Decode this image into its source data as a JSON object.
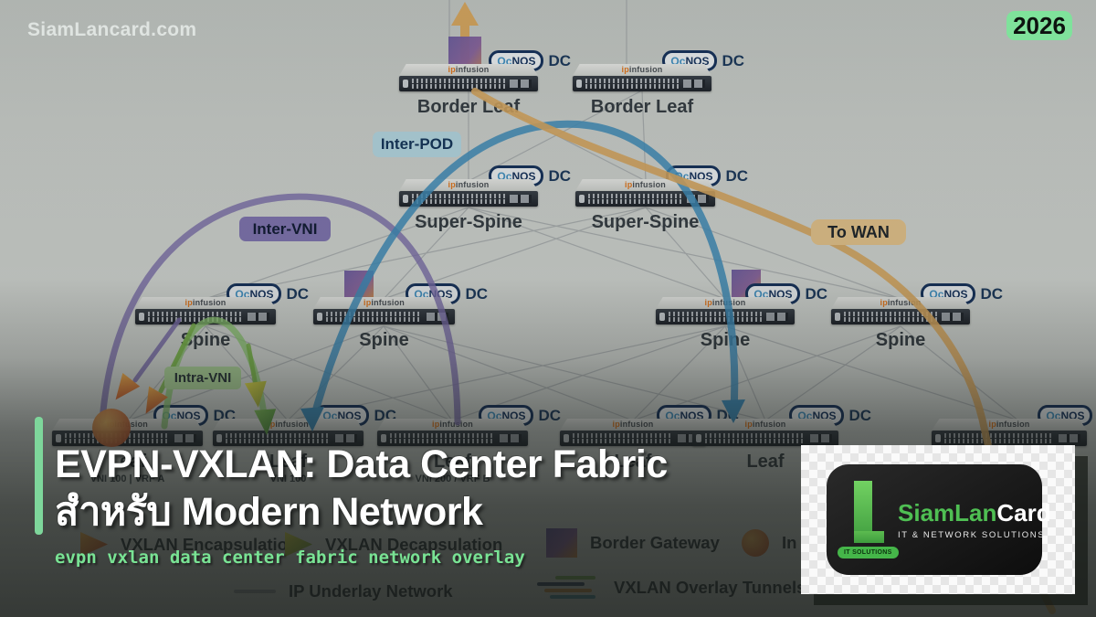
{
  "watermark": "SiamLancard.com",
  "year_badge": "2026",
  "title": {
    "line1": "EVPN-VXLAN: Data Center Fabric",
    "line2": "สำหรับ Modern Network",
    "subtitle": "evpn vxlan data center fabric network overlay"
  },
  "diagram": {
    "vendor": {
      "ip": "ip",
      "infusion": "infusion"
    },
    "badge": {
      "oc": "Oc",
      "nos": "NOS",
      "dc": "DC"
    },
    "tunnel_labels": {
      "inter_pod": "Inter-POD",
      "inter_vni": "Inter-VNI",
      "to_wan": "To WAN",
      "intra_vni": "Intra-VNI"
    },
    "switches": [
      {
        "id": "border-leaf-1",
        "label": "Border Leaf",
        "sublabel": ""
      },
      {
        "id": "border-leaf-2",
        "label": "Border Leaf",
        "sublabel": ""
      },
      {
        "id": "super-spine-1",
        "label": "Super-Spine",
        "sublabel": ""
      },
      {
        "id": "super-spine-2",
        "label": "Super-Spine",
        "sublabel": ""
      },
      {
        "id": "spine-1",
        "label": "Spine",
        "sublabel": ""
      },
      {
        "id": "spine-2",
        "label": "Spine",
        "sublabel": ""
      },
      {
        "id": "spine-3",
        "label": "Spine",
        "sublabel": ""
      },
      {
        "id": "spine-4",
        "label": "Spine",
        "sublabel": ""
      },
      {
        "id": "leaf-1",
        "label": "Leaf",
        "sublabel": "VNI 100 | VRF A"
      },
      {
        "id": "leaf-2",
        "label": "Leaf",
        "sublabel": "VNI 100"
      },
      {
        "id": "leaf-3",
        "label": "Leaf",
        "sublabel": "VNI 200 / VRF B"
      },
      {
        "id": "leaf-4",
        "label": "Leaf",
        "sublabel": ""
      },
      {
        "id": "leaf-5",
        "label": "Leaf",
        "sublabel": ""
      },
      {
        "id": "leaf-6",
        "label": "",
        "sublabel": ""
      }
    ],
    "legend": {
      "encapsulation": "VXLAN Encapsulation",
      "decapsulation": "VXLAN Decapsulation",
      "border_gateway": "Border Gateway",
      "ingress_partial": "In",
      "ip_underlay": "IP Underlay Network",
      "overlay_tunnels": "VXLAN Overlay Tunnels"
    }
  },
  "logo": {
    "brand_green": "SiamLan",
    "brand_white": "Card",
    "tagline": "IT & NETWORK SOLUTIONS",
    "pill": "IT SOLUTIONS"
  },
  "colors": {
    "year_badge_bg": "#7fe29b",
    "subtitle_green": "#79e394",
    "brand_green": "#4fbf53",
    "pill_green": "#45b649",
    "title_bar_green": "#7ed69b",
    "tunnel_blue": "#3f8fbe",
    "tunnel_purple": "#7d6fae",
    "tunnel_green": "#8fc973",
    "tunnel_orange": "#ddab62",
    "label_interpod_bg": "#badee9",
    "label_intervni_bg": "#8478b6",
    "label_towan_bg": "#ecca90",
    "label_intravni_bg": "#aed49a",
    "ipinfusion_orange": "#e87a1e",
    "ocnos_navy": "#16335e"
  }
}
